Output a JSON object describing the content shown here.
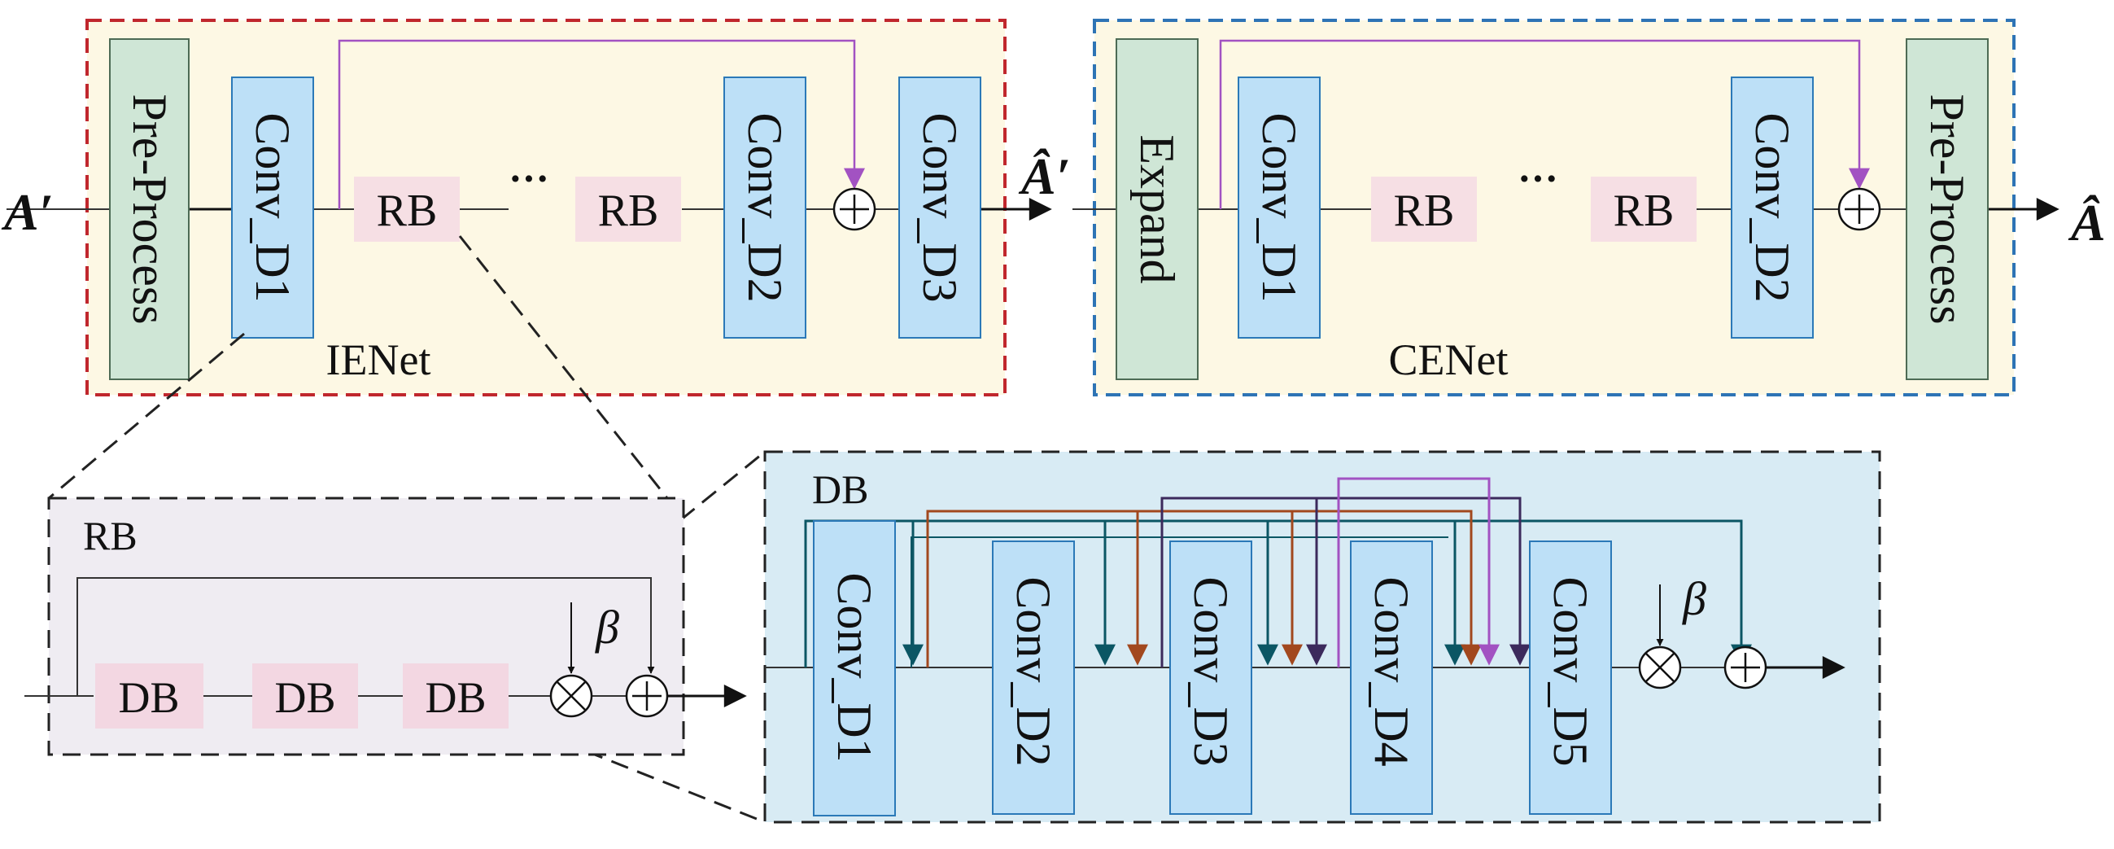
{
  "inputs": {
    "a_prime": "A′",
    "a_hat_prime": "Â′",
    "a_hat": "Â"
  },
  "ienet": {
    "title": "IENet",
    "pre_process": "Pre-Process",
    "conv_d1": "Conv_D1",
    "rb_1": "RB",
    "ellipsis": "···",
    "rb_2": "RB",
    "conv_d2": "Conv_D2",
    "conv_d3": "Conv_D3",
    "plus": "+"
  },
  "cenet": {
    "title": "CENet",
    "expand": "Expand",
    "conv_d1": "Conv_D1",
    "rb_1": "RB",
    "ellipsis": "···",
    "rb_2": "RB",
    "conv_d2": "Conv_D2",
    "pre_process": "Pre-Process",
    "plus": "+"
  },
  "rb_detail": {
    "title": "RB",
    "db_1": "DB",
    "db_2": "DB",
    "db_3": "DB",
    "beta": "β",
    "times": "×",
    "plus": "+"
  },
  "db_detail": {
    "title": "DB",
    "conv_d1": "Conv_D1",
    "conv_d2": "Conv_D2",
    "conv_d3": "Conv_D3",
    "conv_d4": "Conv_D4",
    "conv_d5": "Conv_D5",
    "beta": "β",
    "times": "×",
    "plus": "+"
  },
  "colors": {
    "ienet_bg": "#fdf8e4",
    "ienet_border": "#c0272d",
    "cenet_bg": "#fdf8e4",
    "cenet_border": "#2e74b5",
    "conv_fill": "#bde0f7",
    "conv_border": "#2b79b8",
    "pre_fill": "#cfe6d6",
    "rb_fill": "#f6dfe4",
    "rb_panel_bg": "#efecf2",
    "db_panel_bg": "#d8ebf4",
    "teal": "#0b5664",
    "brown": "#a2481e",
    "purple": "#3c2a5c",
    "magenta": "#a252c2"
  }
}
